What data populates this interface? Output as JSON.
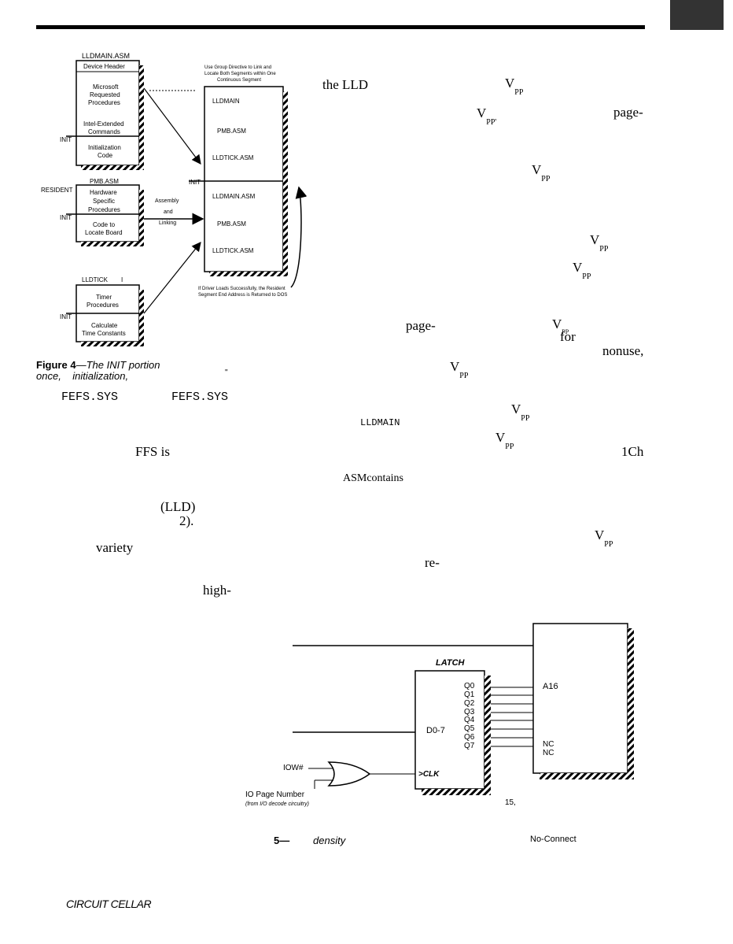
{
  "header": {
    "tab_mark": ""
  },
  "figure4": {
    "file_lldmain": "LLDMAIN.ASM",
    "box_device_header": "Device Header",
    "box_microsoft": [
      "Microsoft",
      "Requested",
      "Procedures"
    ],
    "box_intel": [
      "Intel-Extended",
      "Commands"
    ],
    "box_init_code": [
      "Initialization",
      "Code"
    ],
    "label_init": "INIT",
    "file_pmb": "PMB.ASM",
    "label_resident": "RESIDENT",
    "box_hardware": [
      "Hardware",
      "Specific",
      "Procedures"
    ],
    "box_locate": [
      "Code to",
      "Locate Board"
    ],
    "file_lldtick": "LLDTICK",
    "file_lldtick_tail": "I",
    "box_timer": [
      "Timer",
      "Procedures"
    ],
    "box_calc": [
      "Calculate",
      "Time Constants"
    ],
    "assembly": [
      "Assembly",
      "and",
      "Linking"
    ],
    "group_note": [
      "Use Group Directive to Link and",
      "Locate Both Segments within One",
      "Continuous Segment"
    ],
    "seg_top": [
      "LLDMAIN",
      "PMB.ASM",
      "LLDTICK.ASM"
    ],
    "seg_bottom": [
      "LLDMAIN.ASM",
      "PMB.ASM",
      "LLDTICK.ASM"
    ],
    "driver_note": [
      "If Driver Loads Successfully, the Resident",
      "Segment End Address is Returned to DOS"
    ],
    "caption_lead": "Figure 4",
    "caption_dash": "—",
    "caption_line1": "The INIT portion",
    "caption_line2a": "once,",
    "caption_line2b": "initialization,",
    "caption_quote": "\""
  },
  "text": {
    "the_lld": "the LLD",
    "v": "V",
    "pp": "PP",
    "ppp": "PP'",
    "page": "page-",
    "for": "for",
    "nonuse": "nonuse,",
    "fefs1": "FEFS.SYS",
    "fefs2": "FEFS.SYS",
    "lldmain": "LLDMAIN",
    "ffs_is": "FFS is",
    "ch": "1Ch",
    "asm_contains": "ASMcontains",
    "lld": "(LLD)",
    "two": "2).",
    "variety": "variety",
    "re": "re-",
    "high": "high-"
  },
  "figure5": {
    "latch_title": "LATCH",
    "outputs": [
      "Q0",
      "Q1",
      "Q2",
      "Q3",
      "Q4",
      "Q5",
      "Q6",
      "Q7"
    ],
    "d_in": "D0-7",
    "clk": ">CLK",
    "iow": "IOW#",
    "io_page": "IO Page Number",
    "io_from": "(from I/O decode circuitry)",
    "a16": "A16",
    "nc1": "NC",
    "nc2": "NC",
    "pin15": "15,",
    "caption_num": "5—",
    "caption_density": "density",
    "caption_noconnect": "No-Connect"
  },
  "footer": {
    "publisher": "CIRCUIT CELLAR"
  }
}
